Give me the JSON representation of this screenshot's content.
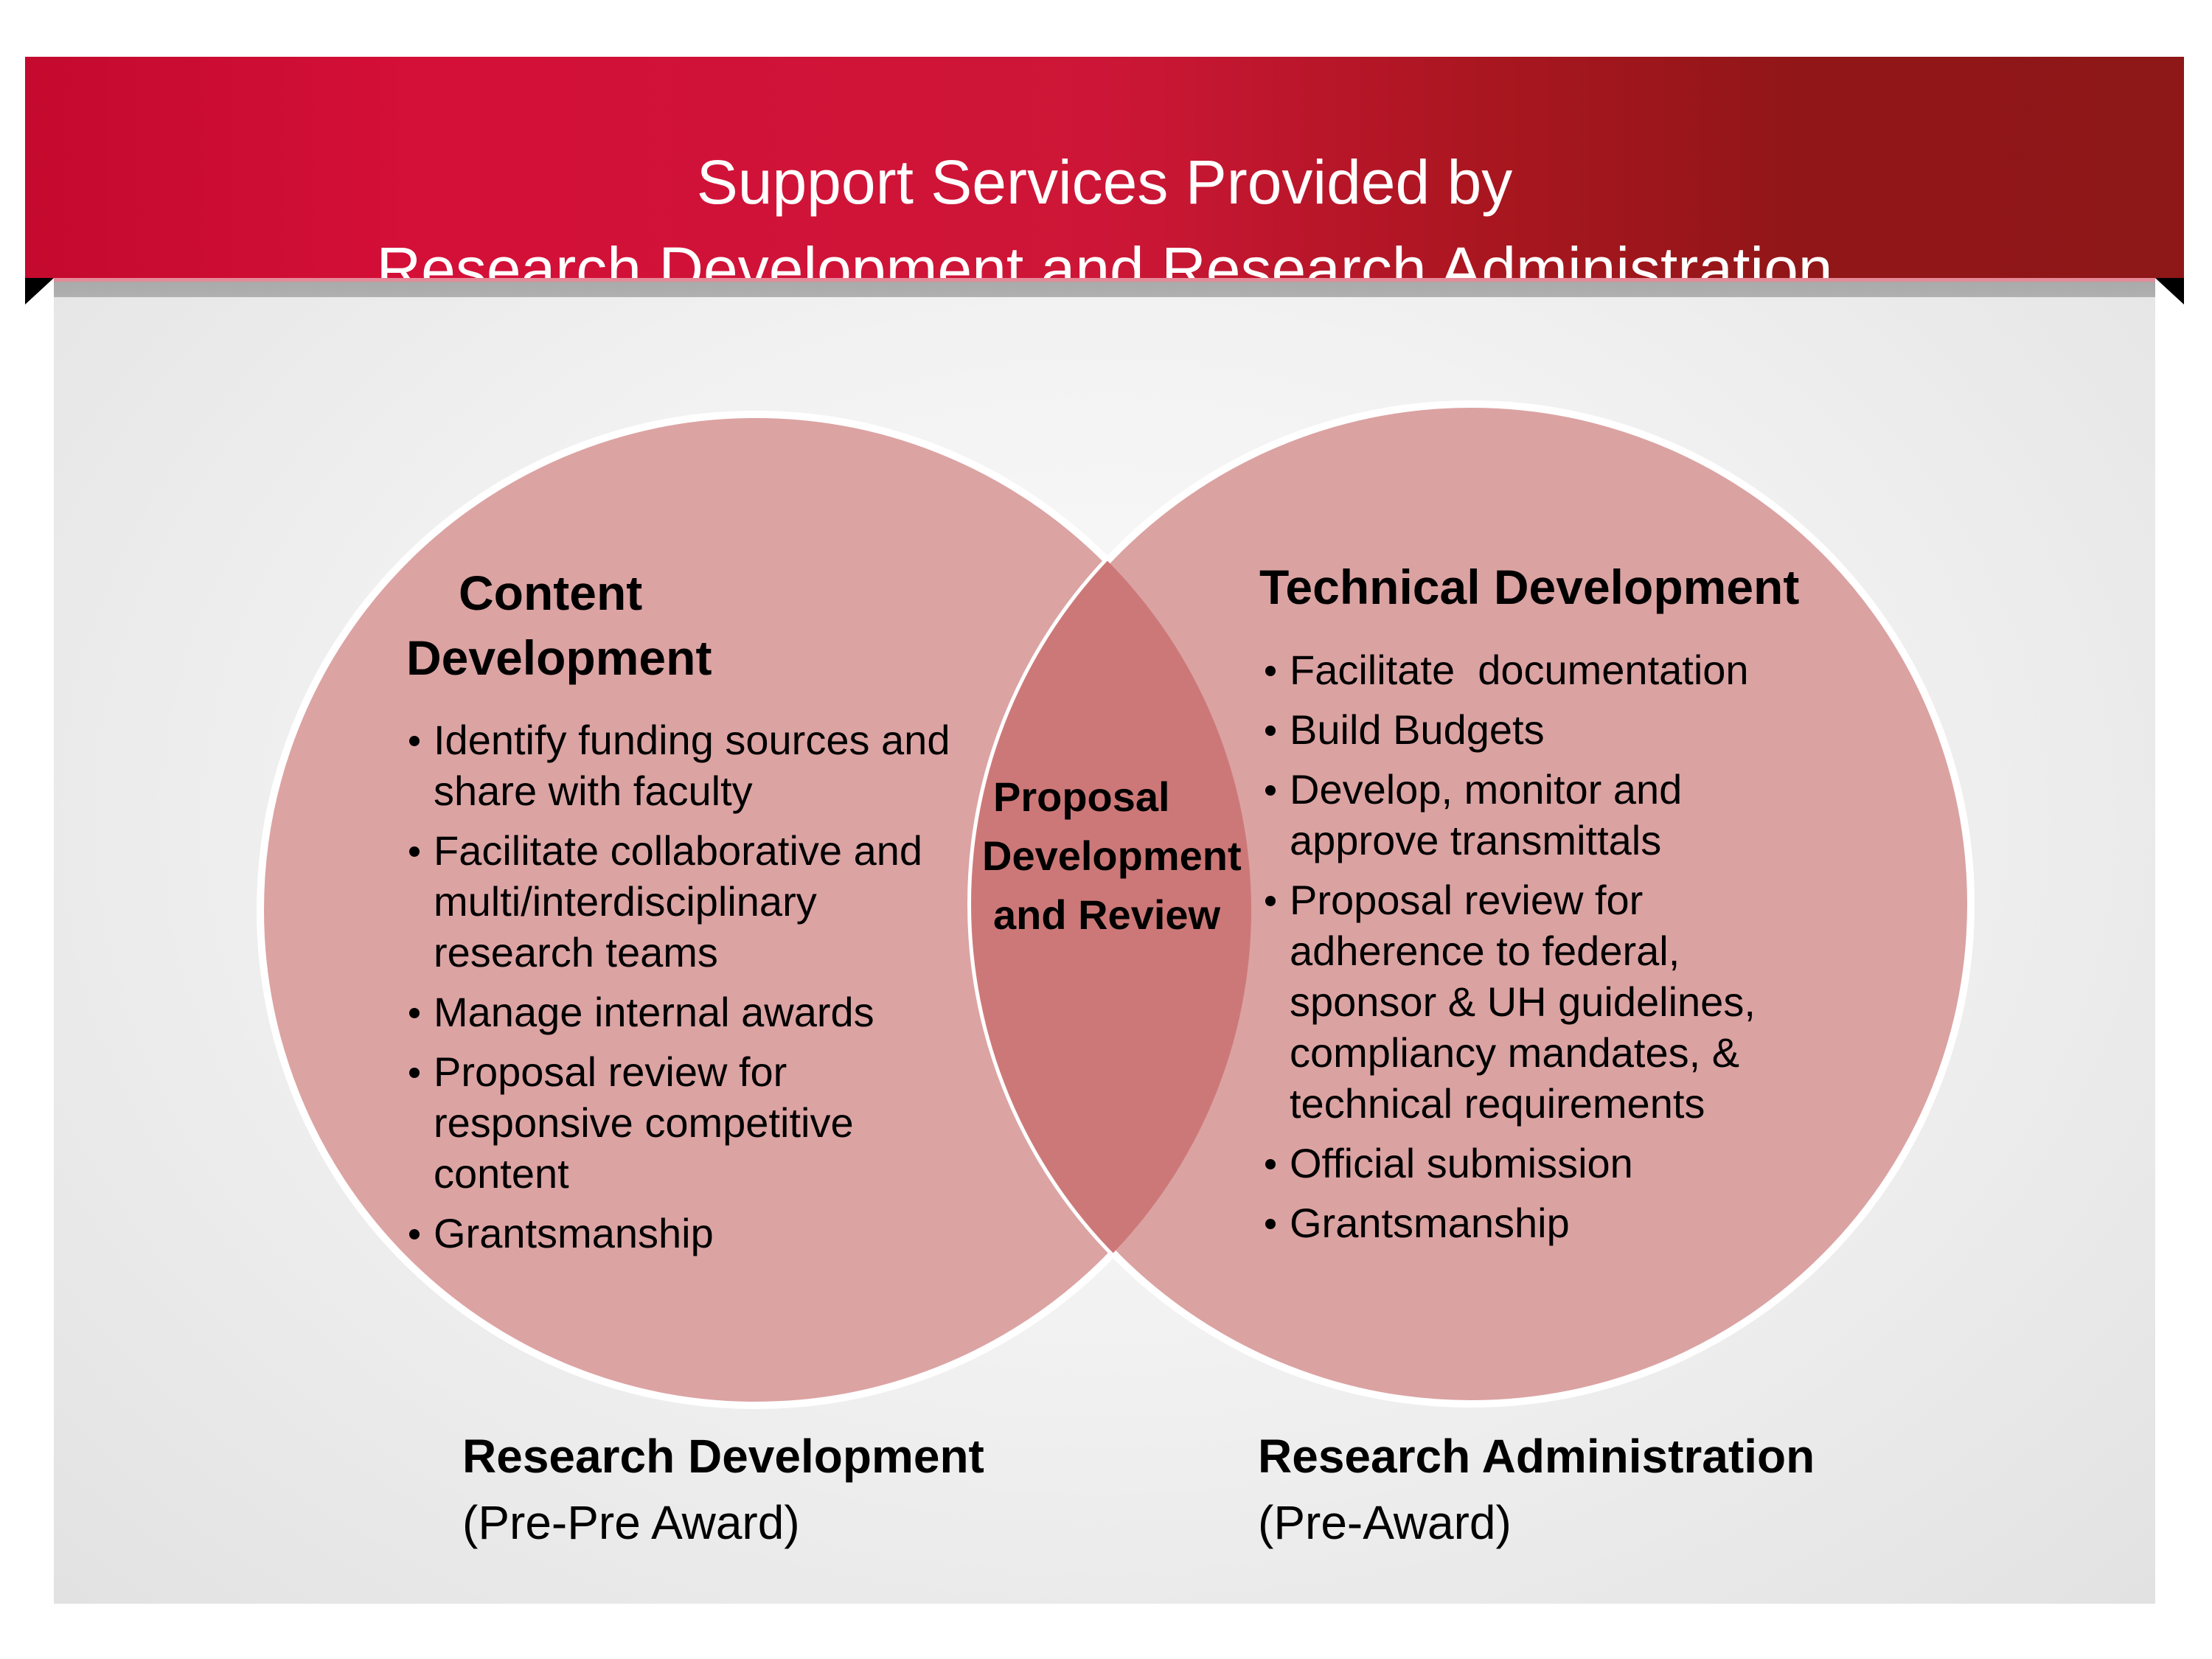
{
  "header": {
    "title_line1": "Support Services Provided by",
    "title_line2": "Research Development  and Research Administration"
  },
  "colors": {
    "header_left": "#c40a2e",
    "header_right": "#8e1718",
    "circle_fill": "#dca3a3",
    "overlap_fill": "#cd7878"
  },
  "left_circle": {
    "heading_line1": "Content",
    "heading_line2": "Development",
    "items": [
      "Identify funding sources and\nshare with faculty",
      "Facilitate collaborative and\nmulti/interdisciplinary\nresearch teams",
      "Manage internal awards",
      "Proposal review for\nresponsive competitive\ncontent",
      "Grantsmanship"
    ]
  },
  "overlap": {
    "line1": "Proposal",
    "line2": "Development",
    "line3": "and Review"
  },
  "right_circle": {
    "heading": "Technical Development",
    "items": [
      "Facilitate  documentation",
      "Build Budgets",
      "Develop, monitor and\napprove transmittals",
      "Proposal review for\nadherence to federal,\nsponsor & UH guidelines,\ncompliancy mandates, &\ntechnical requirements",
      "Official submission",
      "Grantsmanship"
    ]
  },
  "labels": {
    "left_title": "Research  Development",
    "left_sub": "(Pre-Pre Award)",
    "right_title": "Research Administration",
    "right_sub": "(Pre-Award)"
  }
}
